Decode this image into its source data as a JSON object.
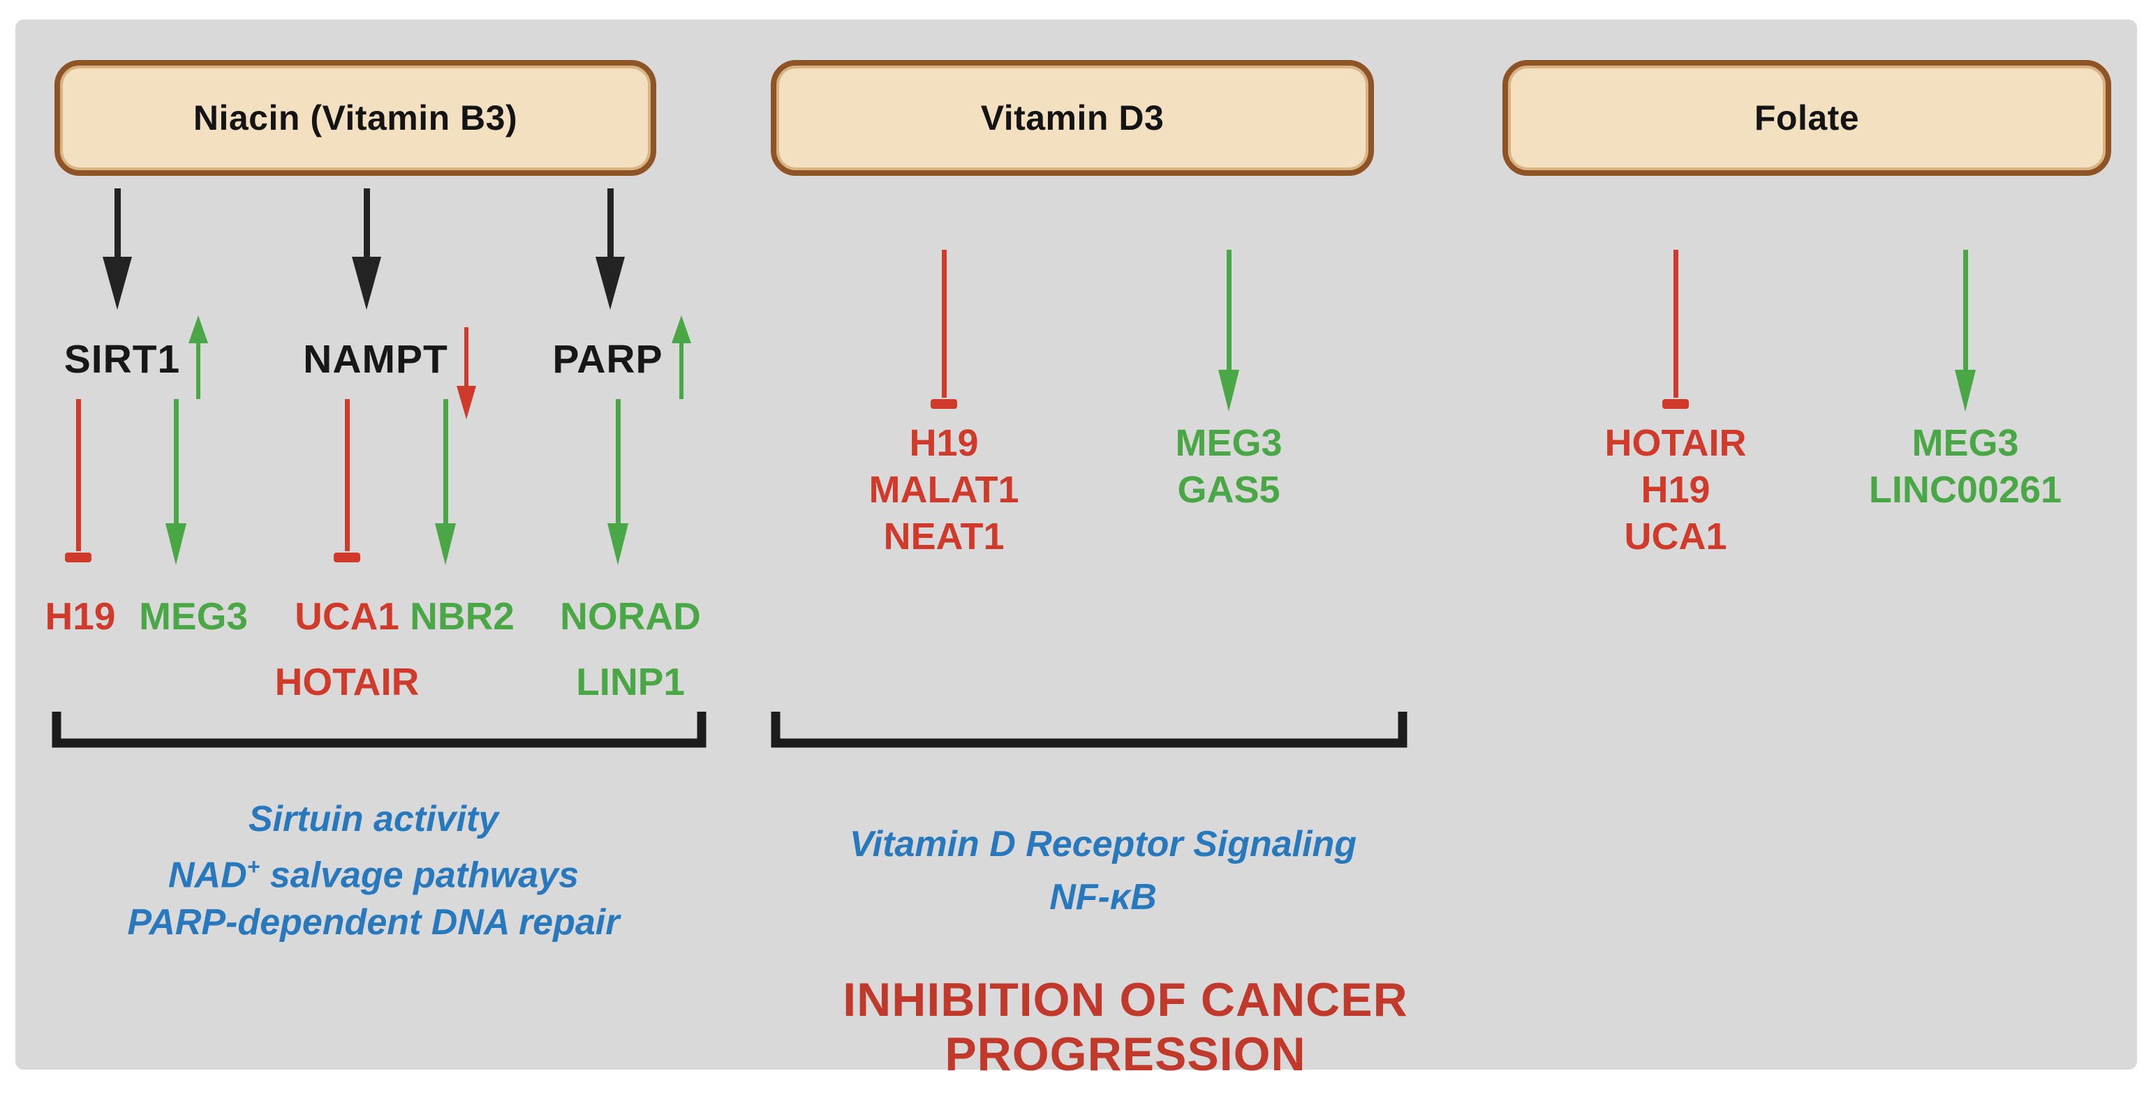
{
  "colors": {
    "panel_bg": "#d9d9d9",
    "box_fill": "#f3e0c1",
    "box_border": "#8f5426",
    "suppressed_red": "#cf3a2b",
    "upregulated_green": "#4aa746",
    "pathway_blue": "#2878bd",
    "arrow_black": "#232323",
    "footer_red": "#c0392b"
  },
  "niacin": {
    "title": "Niacin (Vitamin B3)",
    "mediators": [
      {
        "name": "SIRT1",
        "trend": "up"
      },
      {
        "name": "NAMPT",
        "trend": "down"
      },
      {
        "name": "PARP",
        "trend": "up"
      }
    ],
    "target_columns": [
      {
        "effect": "suppressed",
        "genes": [
          "H19"
        ]
      },
      {
        "effect": "upregulated",
        "genes": [
          "MEG3"
        ]
      },
      {
        "effect": "suppressed",
        "genes": [
          "UCA1",
          "HOTAIR"
        ]
      },
      {
        "effect": "upregulated",
        "genes": [
          "NBR2"
        ]
      },
      {
        "effect": "upregulated",
        "genes": [
          "NORAD",
          "LINP1"
        ]
      }
    ],
    "pathways": {
      "line1": "Sirtuin activity",
      "line2_pre": "NAD",
      "line2_sup": "+",
      "line2_post": " salvage pathways",
      "line3": "PARP-dependent DNA repair"
    }
  },
  "vitamin_d3": {
    "title": "Vitamin D3",
    "suppressed": [
      "H19",
      "MALAT1",
      "NEAT1"
    ],
    "upregulated": [
      "MEG3",
      "GAS5"
    ],
    "pathways": {
      "line1": "Vitamin D Receptor Signaling",
      "line2": "NF-κB"
    }
  },
  "folate": {
    "title": "Folate",
    "suppressed": [
      "HOTAIR",
      "H19",
      "UCA1"
    ],
    "upregulated": [
      "MEG3",
      "LINC00261"
    ]
  },
  "footer": {
    "title": "INHIBITION OF CANCER PROGRESSION"
  }
}
